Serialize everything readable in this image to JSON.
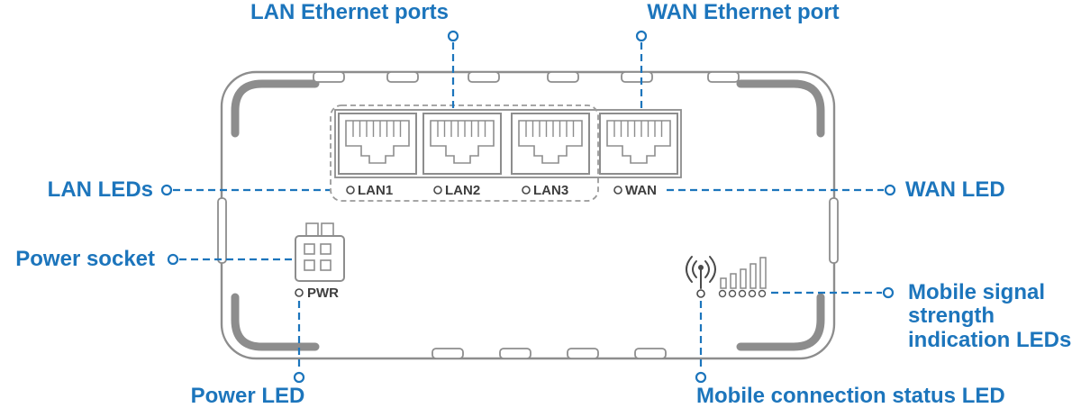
{
  "colors": {
    "accent_blue": "#1c75bc",
    "device_outline": "#8d8d8d",
    "device_text": "#3d3d3d"
  },
  "callouts": {
    "lan_ports": "LAN Ethernet ports",
    "wan_port": "WAN Ethernet port",
    "lan_leds": "LAN LEDs",
    "wan_led": "WAN LED",
    "power_socket": "Power socket",
    "power_led": "Power LED",
    "signal_leds": "Mobile signal strength indication LEDs",
    "mobile_status_led": "Mobile connection status LED"
  },
  "device_labels": {
    "lan1": "LAN1",
    "lan2": "LAN2",
    "lan3": "LAN3",
    "wan": "WAN",
    "pwr": "PWR"
  }
}
